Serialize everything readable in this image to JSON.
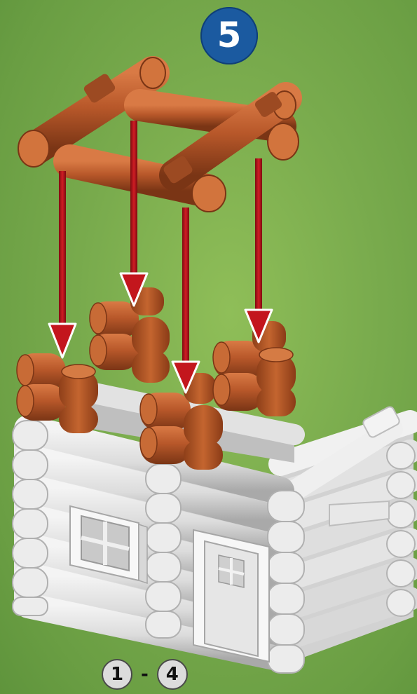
{
  "step": {
    "number": "5"
  },
  "part_range": {
    "from": "1",
    "separator": "-",
    "to": "4"
  },
  "colors": {
    "background": "#79ab4d",
    "badge": "#1b5aa0",
    "brown_log": "#b8582a",
    "white_log": "#e6e6e6",
    "arrow": "#b5121b"
  }
}
